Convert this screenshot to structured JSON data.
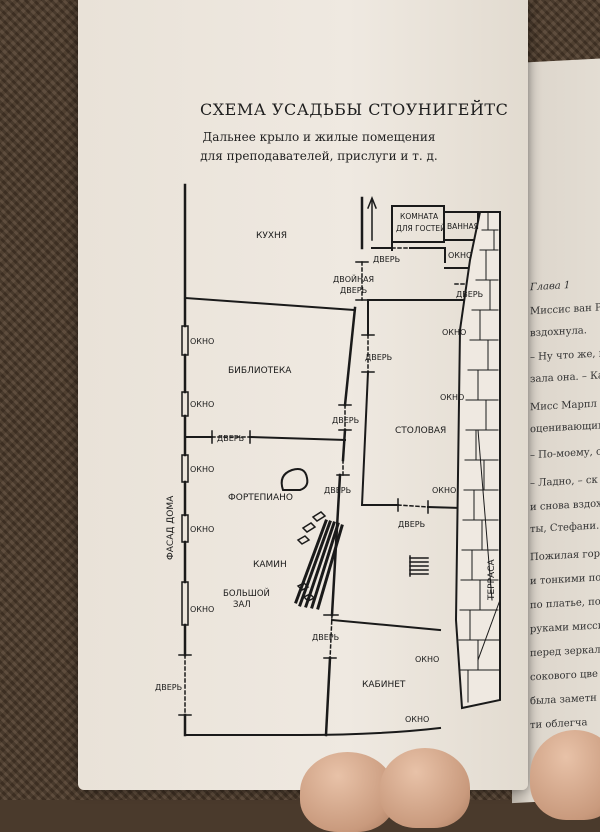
{
  "page": {
    "title": "СХЕМА УСАДЬБЫ СТОУНИГЕЙТС",
    "subtitle_line1": "Дальнее крыло и жилые помещения",
    "subtitle_line2": "для преподавателей, прислуги и т. д."
  },
  "plan": {
    "rooms": {
      "kitchen": "КУХНЯ",
      "guest_room": "КОМНАТА ДЛЯ ГОСТЕЙ",
      "bathroom": "ВАННАЯ",
      "library": "БИБЛИОТЕКА",
      "dining": "СТОЛОВАЯ",
      "piano": "ФОРТЕПИАНО",
      "fireplace": "КАМИН",
      "great_hall": "БОЛЬШОЙ ЗАЛ",
      "study": "КАБИНЕТ"
    },
    "labels": {
      "door": "ДВЕРЬ",
      "double_door": "ДВОЙНАЯ ДВЕРЬ",
      "window": "ОКНО",
      "facade": "ФАСАД ДОМА",
      "terrace": "ТЕРРАСА"
    }
  },
  "facing_page": {
    "lines": [
      "Глава 1",
      "Миссис ван Райдок отст",
      "вздохнула.",
      "– Ну что же, пожал",
      "зала она. – Как ты с",
      "Мисс Марпл окин",
      "оценивающим взгляд",
      "– По-моему, очен",
      "– Ладно, – ск",
      "и снова вздохнула.",
      "ты, Стефани.",
      "Пожилая гор",
      "и тонкими подж",
      "по платье, под",
      "руками миссис",
      "перед зеркало",
      "сокового цве",
      "была заметн",
      "ти облегча"
    ]
  }
}
